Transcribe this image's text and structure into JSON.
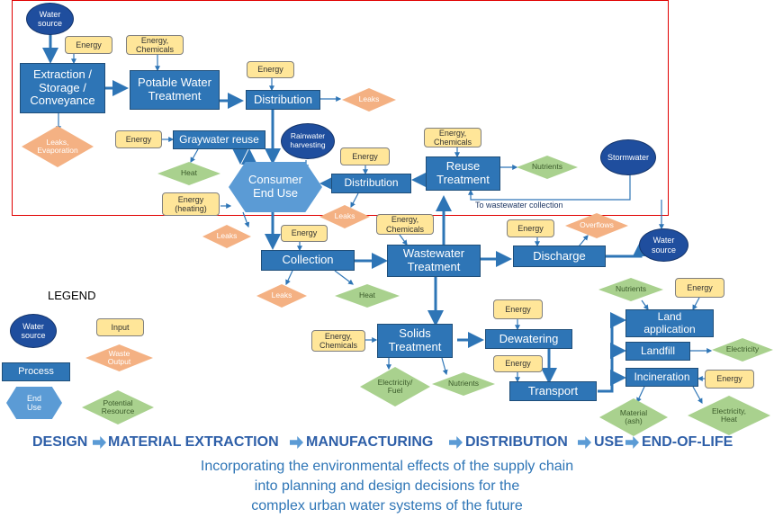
{
  "nodes": {
    "water_source_top": "Water\nsource",
    "energy_extraction": "Energy",
    "extraction": "Extraction /\nStorage /\nConveyance",
    "leaks_evaporation": "Leaks,\nEvaporation",
    "energy_chemicals_potable": "Energy,\nChemicals",
    "potable_treatment": "Potable Water\nTreatment",
    "energy_distribution": "Energy",
    "distribution_top": "Distribution",
    "leaks_distribution": "Leaks",
    "energy_graywater": "Energy",
    "graywater_reuse": "Graywater reuse",
    "heat_graywater": "Heat",
    "rainwater": "Rainwater\nharvesting",
    "consumer": "Consumer\nEnd Use",
    "energy_heating": "Energy\n(heating)",
    "leaks_consumer": "Leaks",
    "energy_distribution2": "Energy",
    "distribution_reuse": "Distribution",
    "leaks_distribution2": "Leaks",
    "energy_chemicals_reuse": "Energy,\nChemicals",
    "reuse_treatment": "Reuse\nTreatment",
    "nutrients_reuse": "Nutrients",
    "stormwater": "Stormwater",
    "to_wastewater_collection": "To wastewater collection",
    "energy_collection": "Energy",
    "collection": "Collection",
    "leaks_collection": "Leaks",
    "heat_collection": "Heat",
    "energy_chemicals_ww": "Energy,\nChemicals",
    "wastewater_treatment": "Wastewater\nTreatment",
    "energy_discharge": "Energy",
    "overflows": "Overflows",
    "discharge": "Discharge",
    "water_source_discharge": "Water\nsource",
    "energy_chemicals_solids": "Energy,\nChemicals",
    "solids_treatment": "Solids\nTreatment",
    "electricity_fuel": "Electricity/\nFuel",
    "nutrients_solids": "Nutrients",
    "energy_dewatering": "Energy",
    "dewatering": "Dewatering",
    "energy_transport": "Energy",
    "transport": "Transport",
    "nutrients_land": "Nutrients",
    "energy_land": "Energy",
    "land_application": "Land\napplication",
    "landfill": "Landfill",
    "electricity_landfill": "Electricity",
    "incineration": "Incineration",
    "energy_incineration": "Energy",
    "material_ash": "Material\n(ash)",
    "electricity_heat": "Electricity,\nHeat"
  },
  "legend": {
    "title": "LEGEND",
    "water_source": "Water\nsource",
    "input": "Input",
    "process": "Process",
    "waste_output": "Waste\nOutput",
    "end_use": "End\nUse",
    "potential_resource": "Potential\nResource"
  },
  "lifecycle": [
    "DESIGN",
    "MATERIAL EXTRACTION",
    "MANUFACTURING",
    "DISTRIBUTION",
    "USE",
    "END-OF-LIFE"
  ],
  "subtitle": [
    "Incorporating the environmental effects of the supply chain",
    "into planning and design decisions for the",
    "complex urban water systems of the future"
  ],
  "colors": {
    "process": "#2e75b6",
    "input": "#ffe699",
    "water_source": "#1f4e9e",
    "waste_output": "#f4b183",
    "potential_resource": "#a9d18e",
    "end_use": "#5b9bd5",
    "arrows": "#2e75b6",
    "scope_frame": "#e00000",
    "lifecycle_text": "#2e5fa8"
  }
}
